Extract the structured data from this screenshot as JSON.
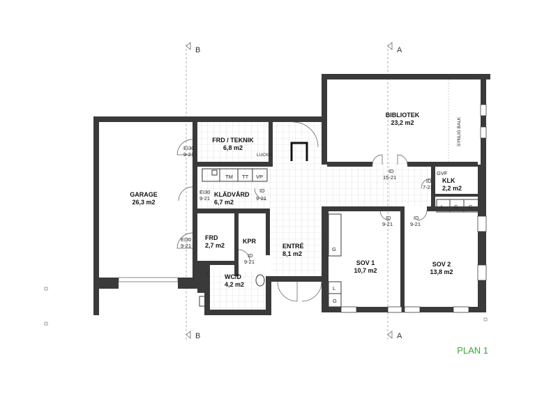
{
  "plan_title": "PLAN 1",
  "sections": {
    "a": "A",
    "b": "B"
  },
  "rooms": {
    "garage": {
      "name": "GARAGE",
      "area": "26,3 m2"
    },
    "frd_teknik": {
      "name": "FRD / TEKNIK",
      "area": "6,8 m2"
    },
    "kladvard": {
      "name": "KLÄDVÅRD",
      "area": "6,7 m2"
    },
    "frd": {
      "name": "FRD",
      "area": "2,7 m2"
    },
    "kpr": {
      "name": "KPR"
    },
    "wcd": {
      "name": "WC/D",
      "area": "4,2 m2"
    },
    "entre": {
      "name": "ENTRÉ",
      "area": "8,1 m2"
    },
    "bibliotek": {
      "name": "BIBLIOTEK",
      "area": "23,2 m2"
    },
    "klk": {
      "name": "KLK",
      "area": "2,2 m2"
    },
    "sov1": {
      "name": "SOV 1",
      "area": "10,7 m2"
    },
    "sov2": {
      "name": "SOV 2",
      "area": "13,8 m2"
    }
  },
  "annotations": {
    "lucka": "LUCKA",
    "synlig_balk": "SYNLIG BALK",
    "gvf": "GVF",
    "tm": "TM",
    "tt": "TT",
    "vp": "VP"
  },
  "doors": {
    "ei30_frd_teknik": {
      "type": "EI30",
      "size": "9-21"
    },
    "ei30_kladvard": {
      "type": "EI30",
      "size": "9-21"
    },
    "id_kladvard": {
      "type": "ID",
      "size": "9-21"
    },
    "ei30_frd": {
      "type": "EI30",
      "size": "9-21"
    },
    "id_kpr": {
      "type": "ID",
      "size": "9-21"
    },
    "id_bibliotek": {
      "type": "ID",
      "size": "15-21"
    },
    "id_klk": {
      "type": "ID",
      "size": "7-21"
    },
    "id_sov1": {
      "type": "ID",
      "size": "9-21"
    },
    "id_sov2": {
      "type": "ID",
      "size": "9-21"
    }
  },
  "fixtures": {
    "g": "G",
    "l": "L"
  }
}
